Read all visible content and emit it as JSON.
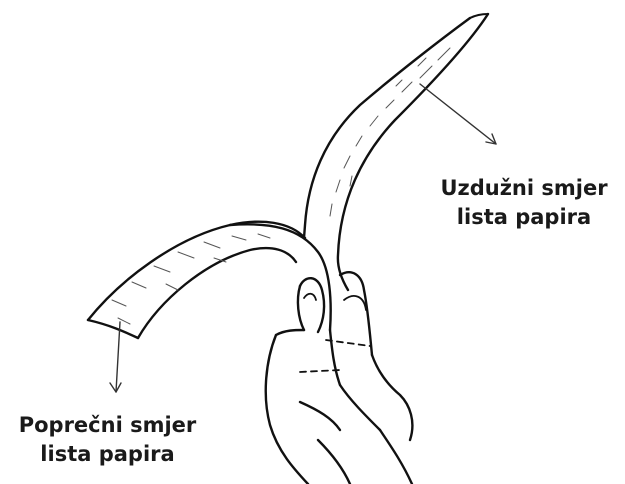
{
  "labels": {
    "longitudinal": {
      "line1": "Uzdužni smjer",
      "line2": "lista papira"
    },
    "cross": {
      "line1": "Poprečni smjer",
      "line2": "lista papira"
    }
  }
}
